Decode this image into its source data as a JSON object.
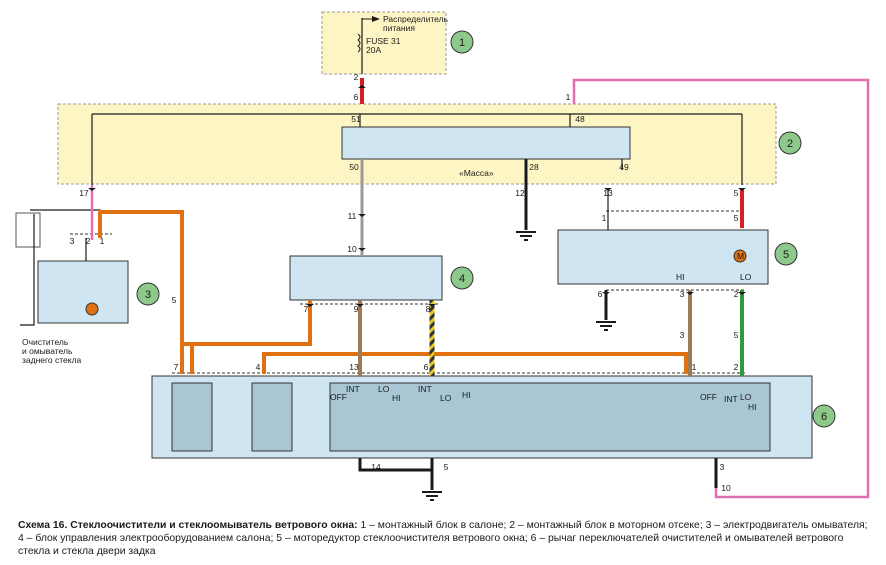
{
  "colors": {
    "zone_yellow": "#fdf6c4",
    "block_blue": "#cfe6f2",
    "block_blue_dark": "#a9c6d4",
    "badge_green": "#8dc98a",
    "wire_red": "#d42020",
    "wire_orange": "#e07010",
    "wire_pink": "#e070b0",
    "wire_grey": "#9a9a9a",
    "wire_brown": "#9c7a58",
    "wire_green": "#2f9a3a",
    "wire_black": "#1a1a1a"
  },
  "labels": {
    "power_distributor": "Распределитель\nпитания",
    "fuse": "FUSE 31\n20A",
    "ground": "«Масса»",
    "rear_washer": "Очиститель\nи омыватель\nзаднего стекла",
    "hi": "HI",
    "lo": "LO",
    "int": "INT",
    "off": "OFF",
    "motor": "M"
  },
  "badges": [
    "1",
    "2",
    "3",
    "4",
    "5",
    "6"
  ],
  "pins": {
    "fuse_2": "2",
    "z2_6": "6",
    "z2_1": "1",
    "b2_51": "51",
    "b2_48": "48",
    "b2_50": "50",
    "b2_28": "28",
    "b2_49": "49",
    "z2_17": "17",
    "z2_12": "12",
    "z2_13": "13",
    "z2_5": "5",
    "c11": "11",
    "c10": "10",
    "m3_3": "3",
    "m3_2": "2",
    "m3_1": "1",
    "w5": "5",
    "m5_1": "1",
    "m5_5": "5",
    "m5_6": "6",
    "m5_3": "3",
    "m5_2": "2",
    "b4_7": "7",
    "b4_9": "9",
    "b4_8": "8",
    "w3": "3",
    "w5b": "5",
    "s6_7": "7",
    "s6_4": "4",
    "s6_13": "13",
    "s6_6": "6",
    "s6_1": "1",
    "s6_2": "2",
    "s6_14": "14",
    "s6_5": "5",
    "s6_3": "3",
    "s6_10": "10"
  },
  "caption": {
    "title": "Схема 16. Стеклоочистители и стеклоомыватель ветрового окна:",
    "text": " 1 – монтажный блок в салоне; 2 – монтажный блок в моторном отсеке; 3 – электродвигатель омывателя; 4 – блок управления электрооборудованием салона; 5 – моторедуктор стеклоочистителя ветрового окна; 6 – рычаг переключателей очистителей и омывателей ветрового стекла и стекла двери задка"
  }
}
